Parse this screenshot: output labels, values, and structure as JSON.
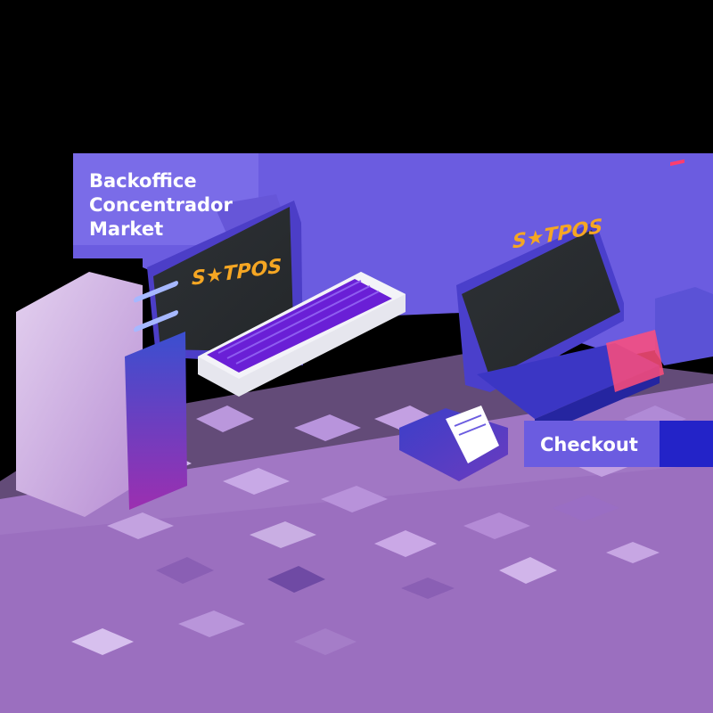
{
  "labels": {
    "backoffice": [
      "Backoffice",
      "Concentrador",
      "Market"
    ],
    "checkout": "Checkout"
  },
  "brand": {
    "logo_text": "ST POS",
    "logo_start": "ST",
    "logo_end": "POS"
  },
  "colors": {
    "background": "#000000",
    "floor": "#9b6fbf",
    "floor_tiles": "#b38ad4",
    "accent_purple": "#6b5ce0",
    "keys": "#6a1fd6",
    "logo_orange": "#f5a623",
    "screen": "#2b2f33",
    "tower_gradient_top": "#3a4fd0",
    "tower_gradient_bottom": "#9c2fb0",
    "checkout_tab": "#2323c8"
  }
}
